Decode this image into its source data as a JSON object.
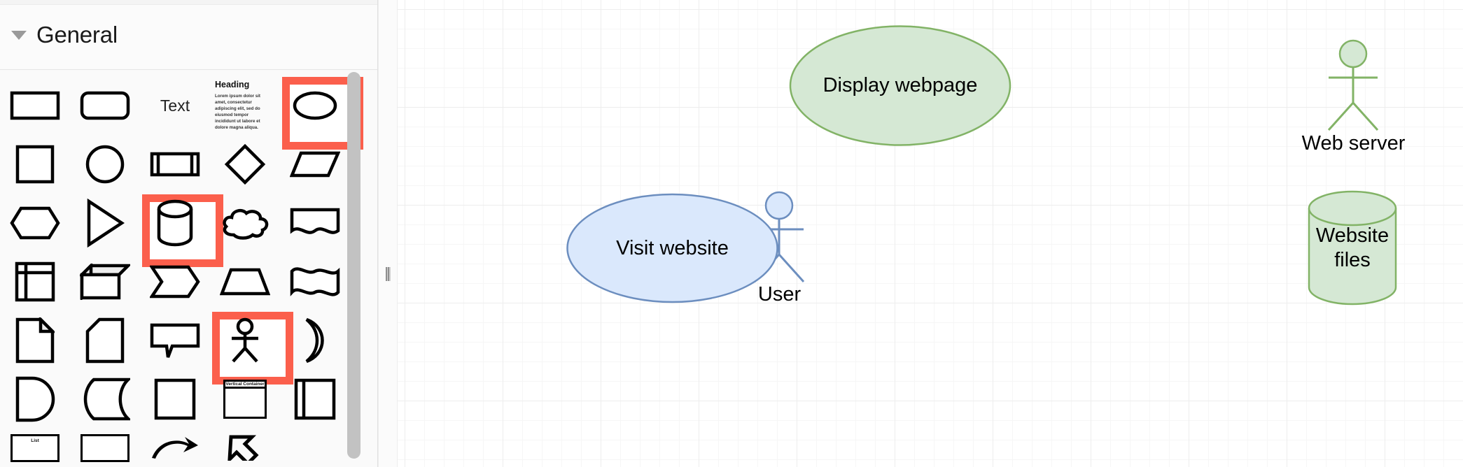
{
  "app": {
    "name": "diagram-editor"
  },
  "sidebar": {
    "header": {
      "title": "General",
      "collapse_icon": "chevron-down-icon"
    },
    "rows": [
      {
        "cells": [
          {
            "icon": "rectangle-shape",
            "label": "",
            "highlighted": false
          },
          {
            "icon": "rounded-rectangle-shape",
            "label": "",
            "highlighted": false
          },
          {
            "icon": "text-shape",
            "label": "Text",
            "highlighted": false
          },
          {
            "icon": "textbox-shape",
            "heading": "Heading",
            "body": "Lorem ipsum dolor sit amet, consectetur adipiscing elit, sed do eiusmod tempor incididunt ut labore et dolore magna aliqua.",
            "highlighted": false
          },
          {
            "icon": "ellipse-shape",
            "label": "",
            "highlighted": true
          }
        ]
      },
      {
        "cells": [
          {
            "icon": "square-shape",
            "label": "",
            "highlighted": false
          },
          {
            "icon": "circle-shape",
            "label": "",
            "highlighted": false
          },
          {
            "icon": "process-shape",
            "label": "",
            "highlighted": false
          },
          {
            "icon": "diamond-shape",
            "label": "",
            "highlighted": false
          },
          {
            "icon": "parallelogram-shape",
            "label": "",
            "highlighted": false
          }
        ]
      },
      {
        "cells": [
          {
            "icon": "hexagon-shape",
            "label": "",
            "highlighted": false
          },
          {
            "icon": "triangle-shape",
            "label": "",
            "highlighted": false
          },
          {
            "icon": "cylinder-shape",
            "label": "",
            "highlighted": true
          },
          {
            "icon": "cloud-shape",
            "label": "",
            "highlighted": false
          },
          {
            "icon": "document-shape",
            "label": "",
            "highlighted": false
          }
        ]
      },
      {
        "cells": [
          {
            "icon": "internal-storage-shape",
            "label": "",
            "highlighted": false
          },
          {
            "icon": "cube-shape",
            "label": "",
            "highlighted": false
          },
          {
            "icon": "step-shape",
            "label": "",
            "highlighted": false
          },
          {
            "icon": "trapezoid-shape",
            "label": "",
            "highlighted": false
          },
          {
            "icon": "tape-shape",
            "label": "",
            "highlighted": false
          }
        ]
      },
      {
        "cells": [
          {
            "icon": "note-shape",
            "label": "",
            "highlighted": false
          },
          {
            "icon": "card-shape",
            "label": "",
            "highlighted": false
          },
          {
            "icon": "callout-shape",
            "label": "",
            "highlighted": false
          },
          {
            "icon": "actor-shape",
            "label": "",
            "highlighted": true
          },
          {
            "icon": "crescent-shape",
            "label": "",
            "highlighted": false
          }
        ]
      },
      {
        "cells": [
          {
            "icon": "delay-shape",
            "label": "",
            "highlighted": false
          },
          {
            "icon": "display-shape",
            "label": "",
            "highlighted": false
          },
          {
            "icon": "container-shape",
            "label": "",
            "highlighted": false
          },
          {
            "icon": "vertical-container-shape",
            "label": "Vertical Container",
            "highlighted": false
          },
          {
            "icon": "horizontal-container-shape",
            "label": "",
            "highlighted": false
          }
        ]
      },
      {
        "cells": [
          {
            "icon": "list-shape",
            "label": "List",
            "highlighted": false
          },
          {
            "icon": "list-item-shape",
            "label": "",
            "highlighted": false
          },
          {
            "icon": "curved-arrow-shape",
            "label": "",
            "highlighted": false
          },
          {
            "icon": "directional-arrow-shape",
            "label": "",
            "highlighted": false
          }
        ]
      }
    ],
    "scrollbar": {
      "name": "palette-scrollbar"
    }
  },
  "splitter": {
    "name": "panel-splitter",
    "icon": "drag-handle-icon"
  },
  "canvas": {
    "name": "diagram-canvas",
    "grid": true,
    "nodes": [
      {
        "id": "display-webpage",
        "type": "ellipse",
        "label": "Display webpage",
        "fill": "#d5e8d4",
        "stroke": "#82b366"
      },
      {
        "id": "web-server",
        "type": "actor",
        "label": "Web server",
        "fill": "#d5e8d4",
        "stroke": "#82b366"
      },
      {
        "id": "user",
        "type": "actor",
        "label": "User",
        "fill": "#dae8fc",
        "stroke": "#6c8ebf"
      },
      {
        "id": "visit-website",
        "type": "ellipse",
        "label": "Visit website",
        "fill": "#dae8fc",
        "stroke": "#6c8ebf"
      },
      {
        "id": "website-files",
        "type": "cylinder",
        "label": "Website\nfiles",
        "fill": "#d5e8d4",
        "stroke": "#82b366"
      }
    ]
  },
  "colors": {
    "highlight": "#fb5f4c",
    "green_fill": "#d5e8d4",
    "green_stroke": "#82b366",
    "blue_fill": "#dae8fc",
    "blue_stroke": "#6c8ebf",
    "grid_line": "#ededed"
  }
}
